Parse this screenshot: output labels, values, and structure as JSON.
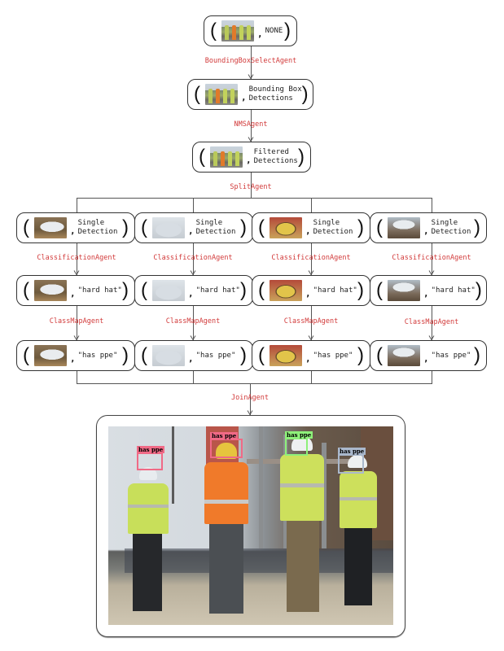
{
  "pipeline": {
    "start": {
      "image": "worksite-scene-thumbnail",
      "label": "NONE"
    },
    "steps": [
      {
        "agent": "BoundingBoxSelectAgent",
        "output_label": "Bounding Box\nDetections"
      },
      {
        "agent": "NMSAgent",
        "output_label": "Filtered\nDetections"
      },
      {
        "agent": "SplitAgent"
      }
    ],
    "branches": [
      {
        "image": "hard-hat-crop-1",
        "single": "Single\nDetection",
        "classification_agent": "ClassificationAgent",
        "class_label": "\"hard hat\"",
        "classmap_agent": "ClassMapAgent",
        "mapped_label": "\"has ppe\""
      },
      {
        "image": "hard-hat-crop-2",
        "single": "Single\nDetection",
        "classification_agent": "ClassificationAgent",
        "class_label": "\"hard hat\"",
        "classmap_agent": "ClassMapAgent",
        "mapped_label": "\"has ppe\""
      },
      {
        "image": "hard-hat-crop-3",
        "single": "Single\nDetection",
        "classification_agent": "ClassificationAgent",
        "class_label": "\"hard hat\"",
        "classmap_agent": "ClassMapAgent",
        "mapped_label": "\"has ppe\""
      },
      {
        "image": "hard-hat-crop-4",
        "single": "Single\nDetection",
        "classification_agent": "ClassificationAgent",
        "class_label": "\"hard hat\"",
        "classmap_agent": "ClassMapAgent",
        "mapped_label": "\"has ppe\""
      }
    ],
    "join_agent": "JoinAgent",
    "result": {
      "image": "annotated-worksite-photo",
      "detections": [
        {
          "label": "has ppe",
          "color": "#f06a86"
        },
        {
          "label": "has ppe",
          "color": "#f06a86"
        },
        {
          "label": "has ppe",
          "color": "#8ef07a"
        },
        {
          "label": "has ppe",
          "color": "#aab8cc"
        }
      ]
    }
  },
  "colors": {
    "agent_text": "#d23a3a",
    "line": "#555555",
    "box_border": "#333333"
  }
}
